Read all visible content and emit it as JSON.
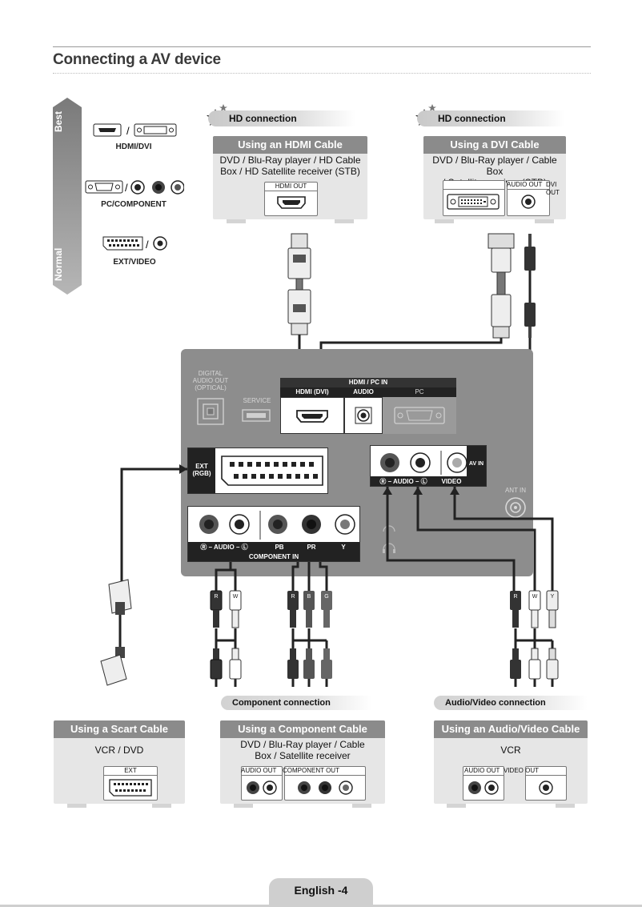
{
  "page": {
    "title": "Connecting a AV device",
    "footer": "English -4"
  },
  "quality_scale": {
    "top": "Best",
    "bottom": "Normal",
    "levels": [
      {
        "label": "HDMI/DVI",
        "icons": [
          "hdmi-port-icon",
          "dvi-port-icon"
        ]
      },
      {
        "label": "PC/COMPONENT",
        "icons": [
          "vga-port-icon",
          "component-jacks-icon"
        ]
      },
      {
        "label": "EXT/VIDEO",
        "icons": [
          "scart-port-icon",
          "video-jack-icon"
        ]
      }
    ]
  },
  "hdmi_source": {
    "tag": "HD connection",
    "heading": "Using an HDMI Cable",
    "desc_line1": "DVD / Blu-Ray player / HD Cable",
    "desc_line2": "Box / HD Satellite receiver (STB)",
    "port": "HDMI OUT"
  },
  "dvi_source": {
    "tag": "HD connection",
    "heading": "Using a DVI Cable",
    "desc_line1": "DVD / Blu-Ray player / Cable Box",
    "desc_line2": "/ Satellite receiver (STB)",
    "port_audio": "AUDIO OUT",
    "port_dvi": "DVI OUT"
  },
  "tv_panel": {
    "digital_audio_1": "DIGITAL",
    "digital_audio_2": "AUDIO OUT",
    "digital_audio_3": "(OPTICAL)",
    "service": "SERVICE",
    "hdmi_pc_in": "HDMI / PC IN",
    "hdmi_dvi": "HDMI (DVI)",
    "audio": "AUDIO",
    "pc": "PC",
    "ext_1": "EXT",
    "ext_2": "(RGB)",
    "av_audio": "Ⓡ – AUDIO – Ⓛ",
    "av_video": "VIDEO",
    "av_in": "AV IN",
    "ant_in": "ANT IN",
    "comp_audio": "Ⓡ – AUDIO – Ⓛ",
    "comp_pb": "PB",
    "comp_pr": "PR",
    "comp_y": "Y",
    "component_in": "COMPONENT IN"
  },
  "plug_letters": {
    "r": "R",
    "w": "W",
    "b": "B",
    "g": "G",
    "y": "Y"
  },
  "component_section": {
    "tag": "Component connection",
    "heading": "Using a Component Cable",
    "desc_line1": "DVD / Blu-Ray player / Cable",
    "desc_line2": "Box / Satellite receiver",
    "port_audio": "AUDIO OUT",
    "port_comp": "COMPONENT OUT"
  },
  "scart_section": {
    "heading": "Using a Scart Cable",
    "desc": "VCR / DVD",
    "port": "EXT"
  },
  "av_section": {
    "tag": "Audio/Video connection",
    "heading": "Using an Audio/Video Cable",
    "desc": "VCR",
    "port_audio": "AUDIO OUT",
    "port_video": "VIDEO OUT"
  },
  "colors": {
    "panel_gray": "#8d8d8d",
    "header_gray": "#8b8b8b",
    "box_gray": "#e6e6e6"
  }
}
